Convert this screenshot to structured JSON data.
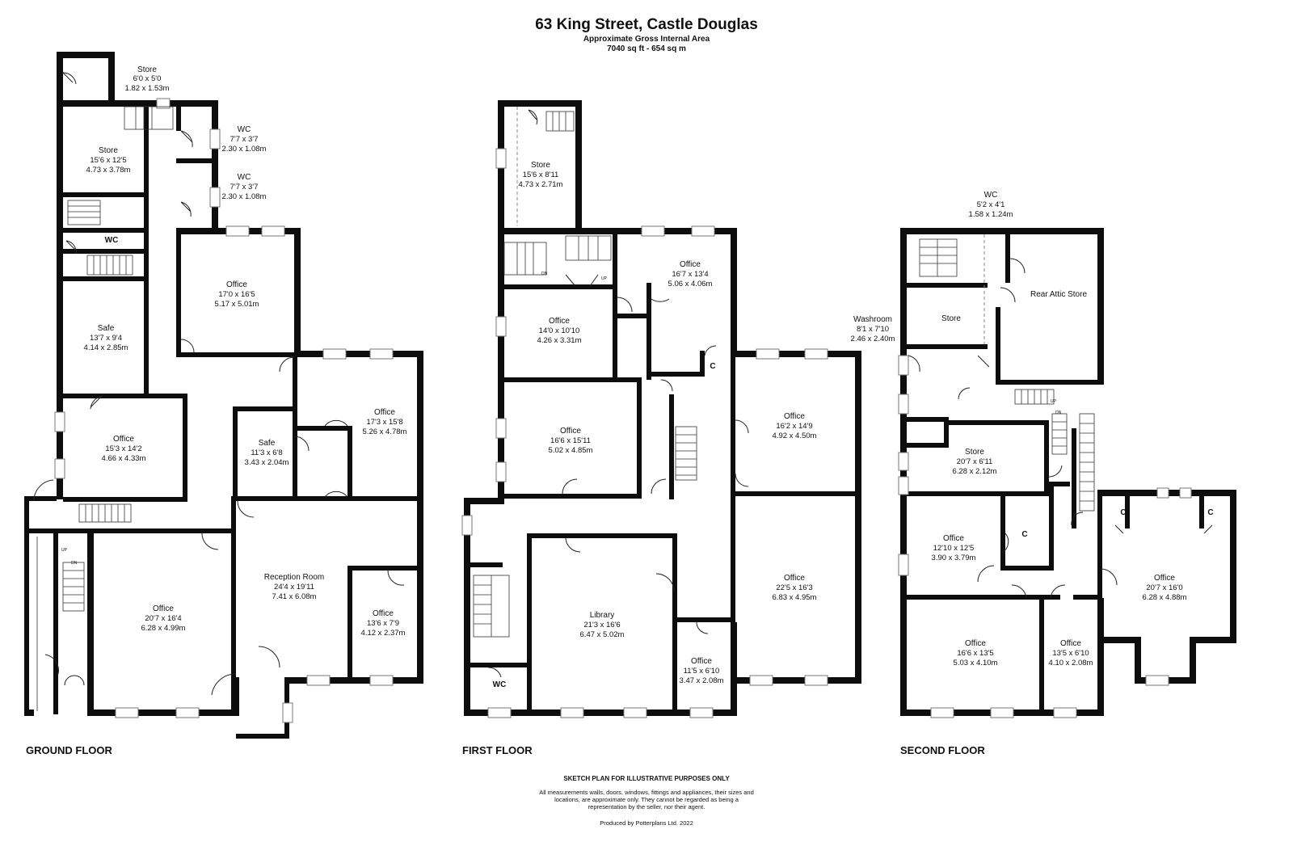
{
  "header": {
    "title": "63 King Street, Castle Douglas",
    "subtitle": "Approximate Gross Internal Area",
    "area": "7040 sq ft - 654 sq m"
  },
  "floors": {
    "ground": {
      "label": "GROUND FLOOR",
      "rooms": {
        "store_ext": {
          "name": "Store",
          "dims_imperial": "6'0 x 5'0",
          "dims_metric": "1.82 x 1.53m"
        },
        "store": {
          "name": "Store",
          "dims_imperial": "15'6 x 12'5",
          "dims_metric": "4.73 x 3.78m"
        },
        "wc1": {
          "name": "WC",
          "dims_imperial": "7'7 x 3'7",
          "dims_metric": "2.30 x 1.08m"
        },
        "wc2": {
          "name": "WC",
          "dims_imperial": "7'7 x 3'7",
          "dims_metric": "2.30 x 1.08m"
        },
        "wc3": {
          "name": "WC"
        },
        "safe1": {
          "name": "Safe",
          "dims_imperial": "13'7 x 9'4",
          "dims_metric": "4.14 x 2.85m"
        },
        "office_a": {
          "name": "Office",
          "dims_imperial": "17'0 x 16'5",
          "dims_metric": "5.17 x 5.01m"
        },
        "office_b": {
          "name": "Office",
          "dims_imperial": "15'3 x 14'2",
          "dims_metric": "4.66 x 4.33m"
        },
        "safe2": {
          "name": "Safe",
          "dims_imperial": "11'3 x 6'8",
          "dims_metric": "3.43 x 2.04m"
        },
        "office_c": {
          "name": "Office",
          "dims_imperial": "17'3 x 15'8",
          "dims_metric": "5.26 x 4.78m"
        },
        "office_d": {
          "name": "Office",
          "dims_imperial": "20'7 x 16'4",
          "dims_metric": "6.28 x 4.99m"
        },
        "reception": {
          "name": "Reception Room",
          "dims_imperial": "24'4 x 19'11",
          "dims_metric": "7.41 x 6.08m"
        },
        "office_e": {
          "name": "Office",
          "dims_imperial": "13'6 x 7'9",
          "dims_metric": "4.12 x 2.37m"
        }
      },
      "stair_up": "UP",
      "stair_dn": "DN"
    },
    "first": {
      "label": "FIRST FLOOR",
      "rooms": {
        "store": {
          "name": "Store",
          "dims_imperial": "15'6 x 8'11",
          "dims_metric": "4.73 x 2.71m"
        },
        "office_a": {
          "name": "Office",
          "dims_imperial": "16'7 x 13'4",
          "dims_metric": "5.06 x 4.06m"
        },
        "office_b": {
          "name": "Office",
          "dims_imperial": "14'0 x 10'10",
          "dims_metric": "4.26 x 3.31m"
        },
        "cupboard": {
          "name": "C"
        },
        "office_c": {
          "name": "Office",
          "dims_imperial": "16'6 x 15'11",
          "dims_metric": "5.02 x 4.85m"
        },
        "office_d": {
          "name": "Office",
          "dims_imperial": "16'2 x 14'9",
          "dims_metric": "4.92 x 4.50m"
        },
        "library": {
          "name": "Library",
          "dims_imperial": "21'3 x 16'6",
          "dims_metric": "6.47 x 5.02m"
        },
        "office_e": {
          "name": "Office",
          "dims_imperial": "22'5 x 16'3",
          "dims_metric": "6.83 x 4.95m"
        },
        "office_f": {
          "name": "Office",
          "dims_imperial": "11'5 x 6'10",
          "dims_metric": "3.47 x 2.08m"
        },
        "wc": {
          "name": "WC"
        }
      },
      "stair_up": "UP",
      "stair_dn": "DN"
    },
    "second": {
      "label": "SECOND FLOOR",
      "rooms": {
        "wc": {
          "name": "WC",
          "dims_imperial": "5'2 x 4'1",
          "dims_metric": "1.58 x 1.24m"
        },
        "rear_attic": {
          "name": "Rear Attic Store"
        },
        "store_small": {
          "name": "Store"
        },
        "washroom": {
          "name": "Washroom",
          "dims_imperial": "8'1 x 7'10",
          "dims_metric": "2.46 x 2.40m"
        },
        "store": {
          "name": "Store",
          "dims_imperial": "20'7 x 6'11",
          "dims_metric": "6.28 x 2.12m"
        },
        "office_a": {
          "name": "Office",
          "dims_imperial": "12'10 x 12'5",
          "dims_metric": "3.90 x 3.79m"
        },
        "cupboard1": {
          "name": "C"
        },
        "cupboard2": {
          "name": "C"
        },
        "cupboard3": {
          "name": "C"
        },
        "office_b": {
          "name": "Office",
          "dims_imperial": "20'7 x 16'0",
          "dims_metric": "6.28 x 4.88m"
        },
        "office_c": {
          "name": "Office",
          "dims_imperial": "16'6 x 13'5",
          "dims_metric": "5.03 x 4.10m"
        },
        "office_d": {
          "name": "Office",
          "dims_imperial": "13'5 x 6'10",
          "dims_metric": "4.10 x 2.08m"
        }
      },
      "stair_up": "UP",
      "stair_dn": "DN"
    }
  },
  "footer": {
    "sketch_note": "SKETCH PLAN FOR ILLUSTRATIVE PURPOSES ONLY",
    "disclaimer": "All measurements walls, doors, windows, fittings and appliances, their sizes and locations, are approximate only. They cannot be regarded as being a representation by the seller, nor their agent.",
    "producer": "Produced by Potterplans Ltd. 2022"
  }
}
